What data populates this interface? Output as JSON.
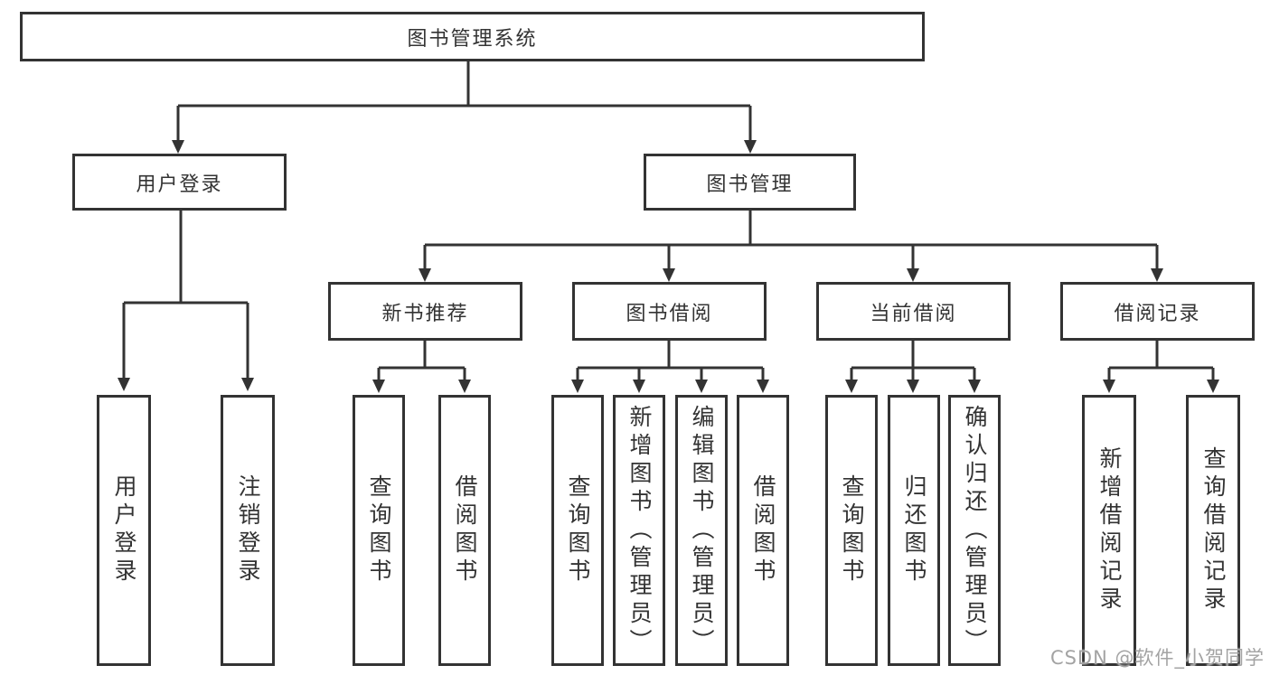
{
  "diagram": {
    "root": "图书管理系统",
    "branches": [
      {
        "label": "用户登录",
        "children": [
          "用户登录",
          "注销登录"
        ]
      },
      {
        "label": "图书管理",
        "sections": [
          {
            "label": "新书推荐",
            "children": [
              "查询图书",
              "借阅图书"
            ]
          },
          {
            "label": "图书借阅",
            "children": [
              "查询图书",
              "新增图书（管理员）",
              "编辑图书（管理员）",
              "借阅图书"
            ]
          },
          {
            "label": "当前借阅",
            "children": [
              "查询图书",
              "归还图书",
              "确认归还（管理员）"
            ]
          },
          {
            "label": "借阅记录",
            "children": [
              "新增借阅记录",
              "查询借阅记录"
            ]
          }
        ]
      }
    ]
  },
  "watermark": "CSDN @软件_小贺同学",
  "colors": {
    "line": "#333333",
    "box_border": "#333333",
    "text": "#333333",
    "background": "#ffffff",
    "watermark": "#a3a3a3"
  }
}
